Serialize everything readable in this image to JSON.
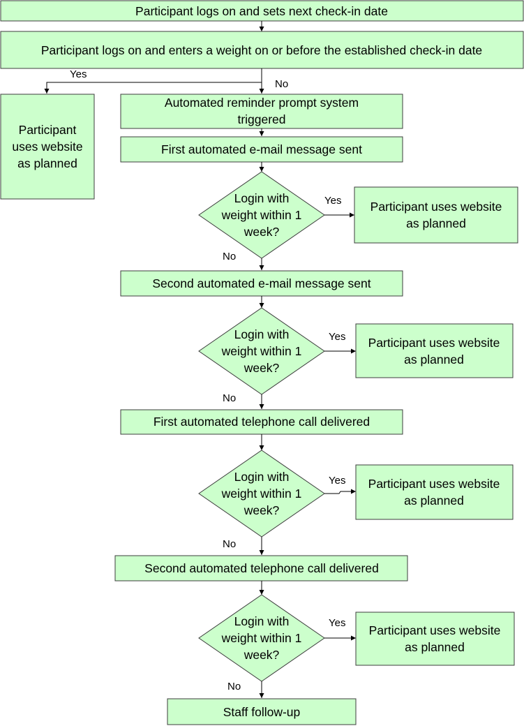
{
  "colors": {
    "box_fill": "#ccffcc",
    "box_stroke": "#3c3c3c",
    "line": "#000000"
  },
  "nodes": {
    "start": "Participant logs on and sets next check-in date",
    "enter_weight": "Participant logs on and enters a weight on or before the established check-in date",
    "planned_left": [
      "Participant",
      "uses website",
      "as planned"
    ],
    "reminder": [
      "Automated reminder prompt system",
      "triggered"
    ],
    "email1": "First automated e-mail message sent",
    "email2": "Second automated e-mail message sent",
    "call1": "First automated telephone call delivered",
    "call2": "Second automated telephone call delivered",
    "decision": [
      "Login with",
      "weight within 1",
      "week?"
    ],
    "planned_right": [
      "Participant uses website",
      "as planned"
    ],
    "staff": "Staff follow-up"
  },
  "labels": {
    "yes": "Yes",
    "no": "No"
  }
}
